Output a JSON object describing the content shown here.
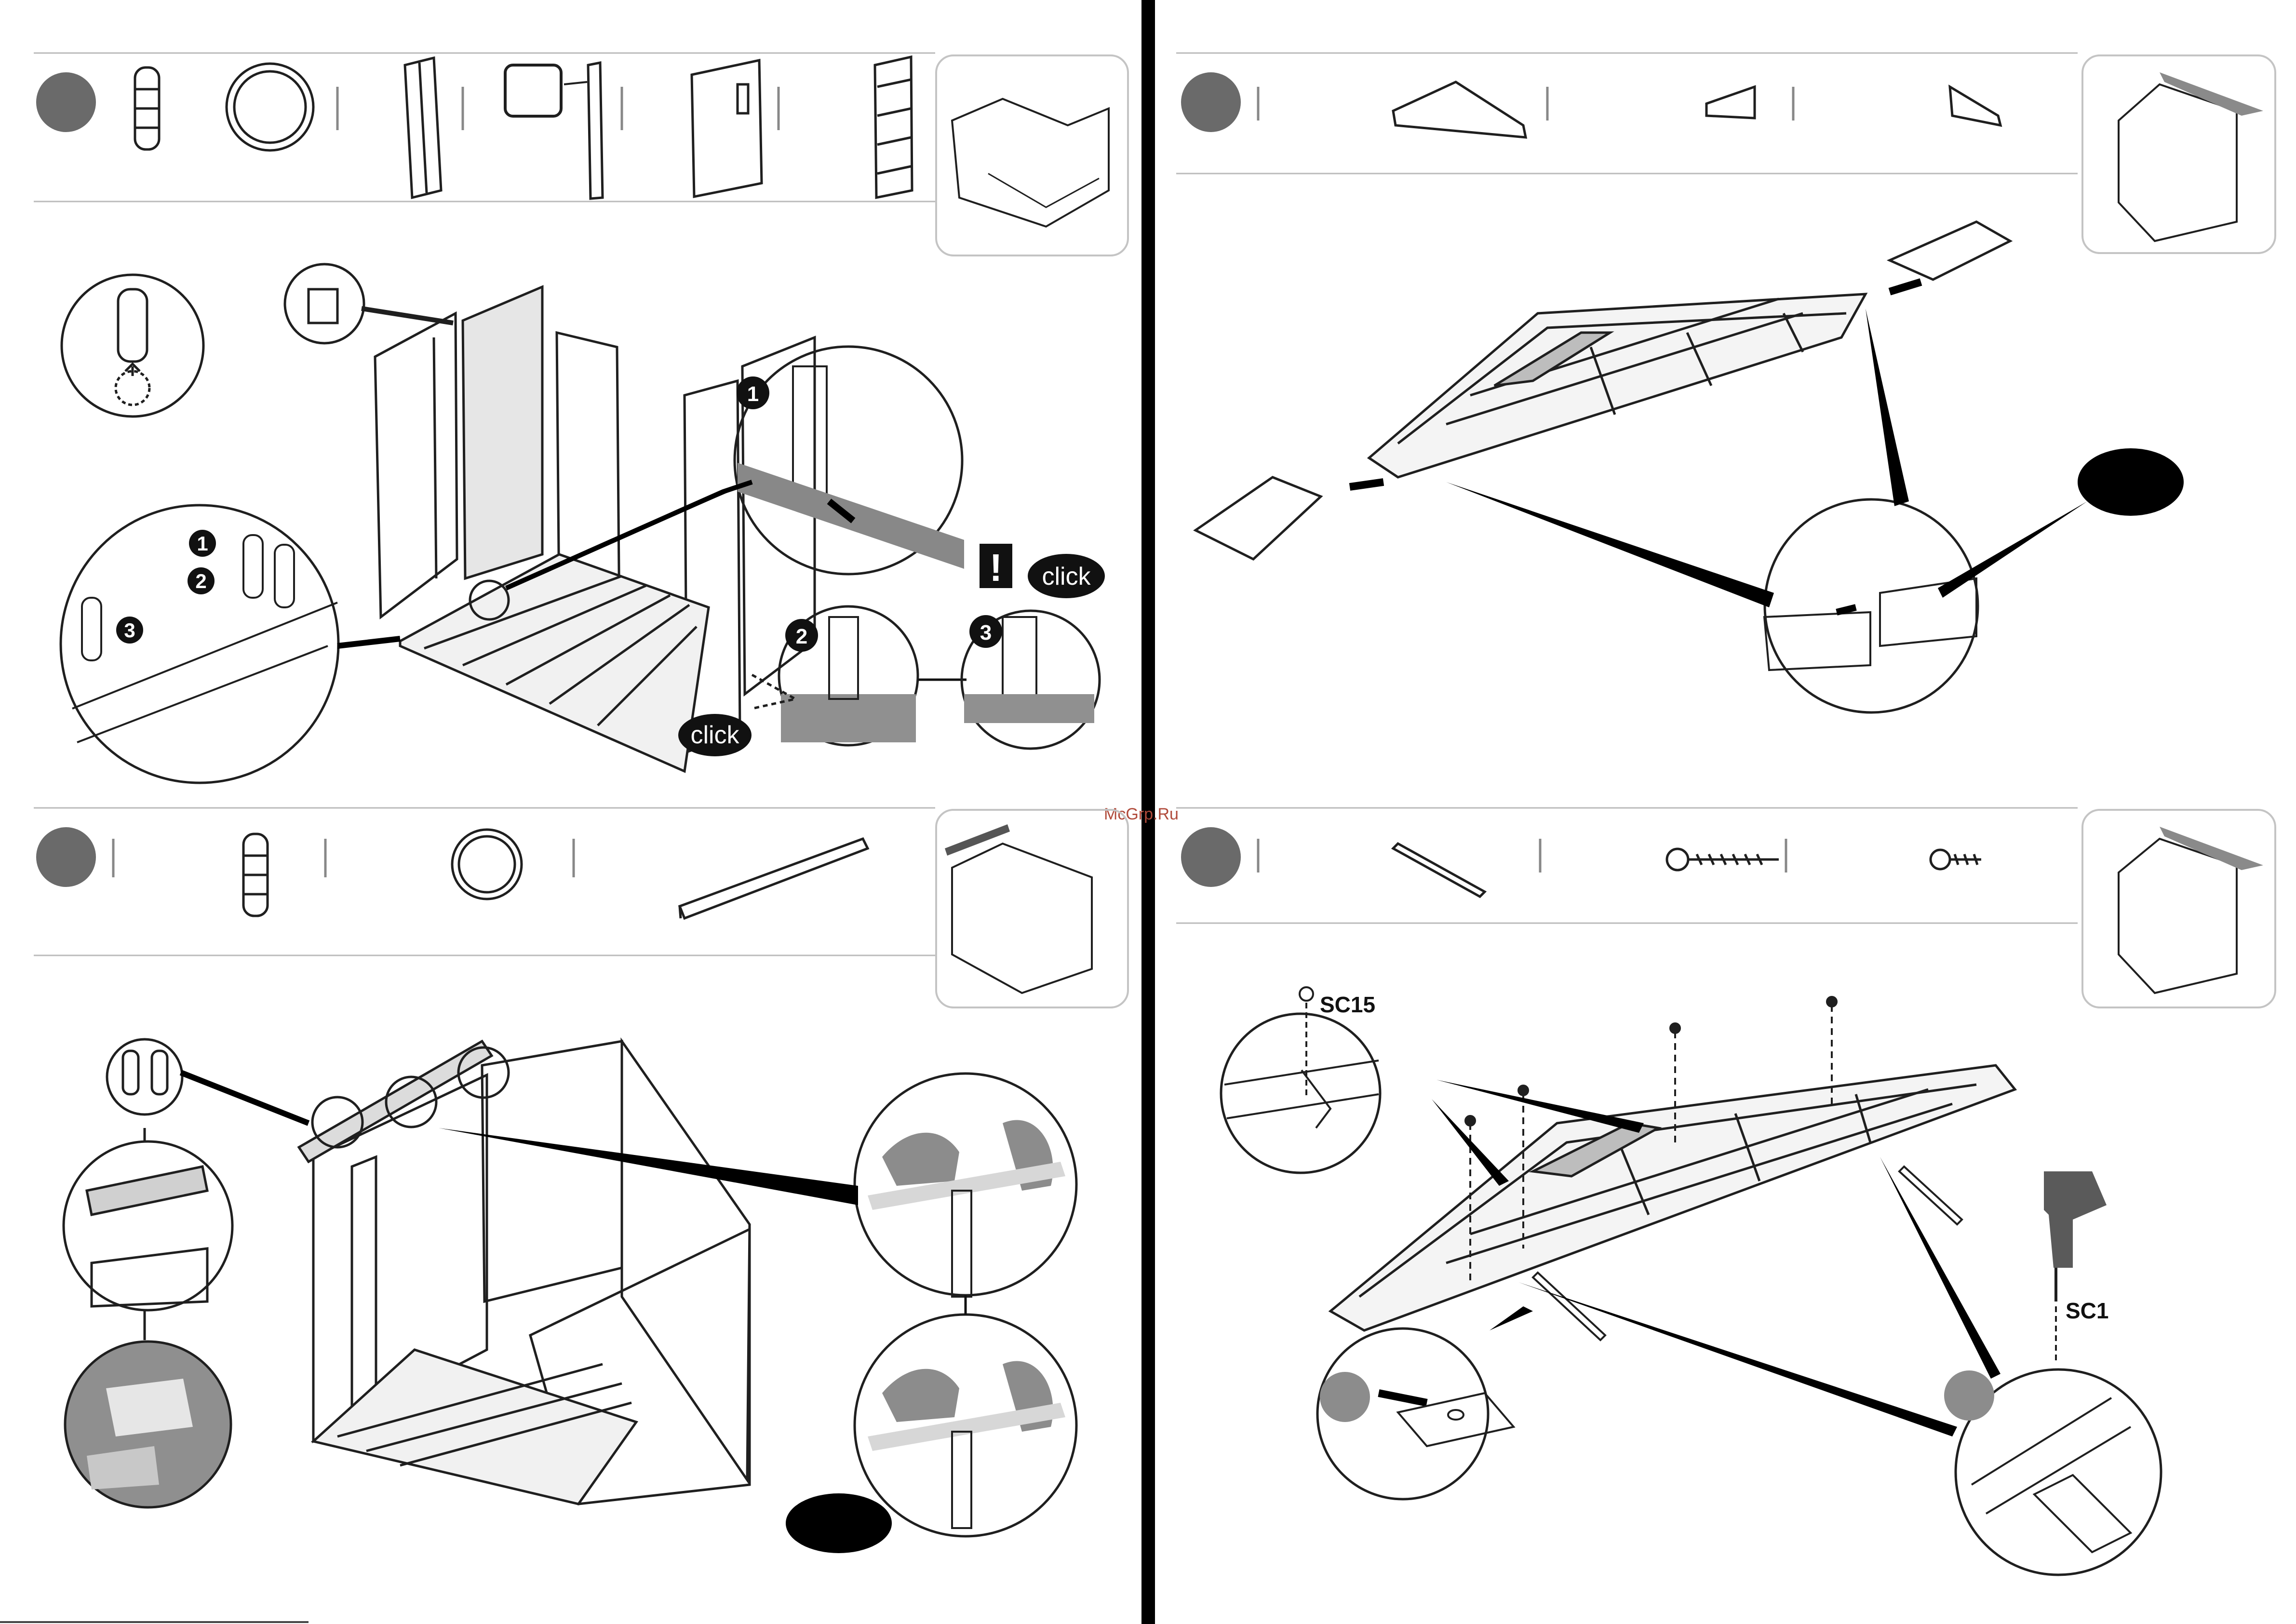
{
  "watermark": "McGrp.Ru",
  "callouts": {
    "step1": "1",
    "step2": "2",
    "step3": "3",
    "click": "click",
    "warning": "!"
  },
  "screw_labels": {
    "sc15": "SC15",
    "sc1": "SC1"
  },
  "colors": {
    "ink": "#1f1f1f",
    "step_badge": "#6a6a6a",
    "frame": "#b3b3b3",
    "divider": "#000000",
    "panel_shade": "#9a9a9a"
  }
}
